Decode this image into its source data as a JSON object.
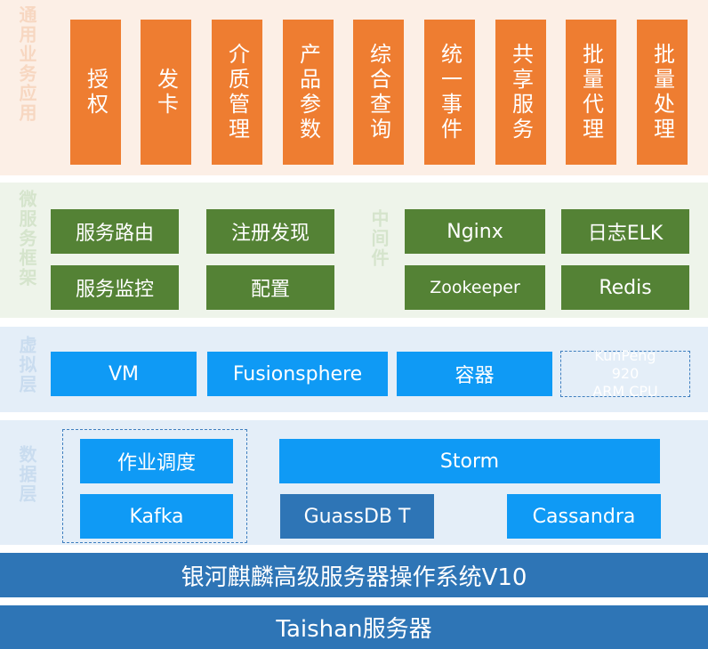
{
  "app_layer": {
    "label": "通用业务应用",
    "items": [
      "授权",
      "发卡",
      "介质管理",
      "产品参数",
      "综合查询",
      "统一事件",
      "共享服务",
      "批量代理",
      "批量处理"
    ]
  },
  "micro_layer": {
    "label": "微服务框架",
    "items": [
      "服务路由",
      "注册发现",
      "服务监控",
      "配置"
    ],
    "middleware_label": "中间件",
    "middleware_items": [
      "Nginx",
      "日志ELK",
      "Zookeeper",
      "Redis"
    ]
  },
  "virtual_layer": {
    "label": "虚拟层",
    "items": [
      "VM",
      "Fusionsphere",
      "容器"
    ],
    "cpu_lines": [
      "KunPeng",
      "920",
      "ARM CPU"
    ]
  },
  "data_layer": {
    "label": "数据层",
    "items": [
      "作业调度",
      "Kafka",
      "Storm",
      "GuassDB T",
      "Cassandra"
    ]
  },
  "os_bar": "银河麒麟高级服务器操作系统V10",
  "server_bar": "Taishan服务器",
  "colors": {
    "orange": "#ee7d31",
    "green": "#548235",
    "blue": "#0f9af5",
    "dark_blue": "#2e75b6",
    "app_bg": "#fcefe6",
    "micro_bg": "#eef4ea",
    "virtual_bg": "#e4eef8",
    "data_bg": "#e4eef8"
  }
}
